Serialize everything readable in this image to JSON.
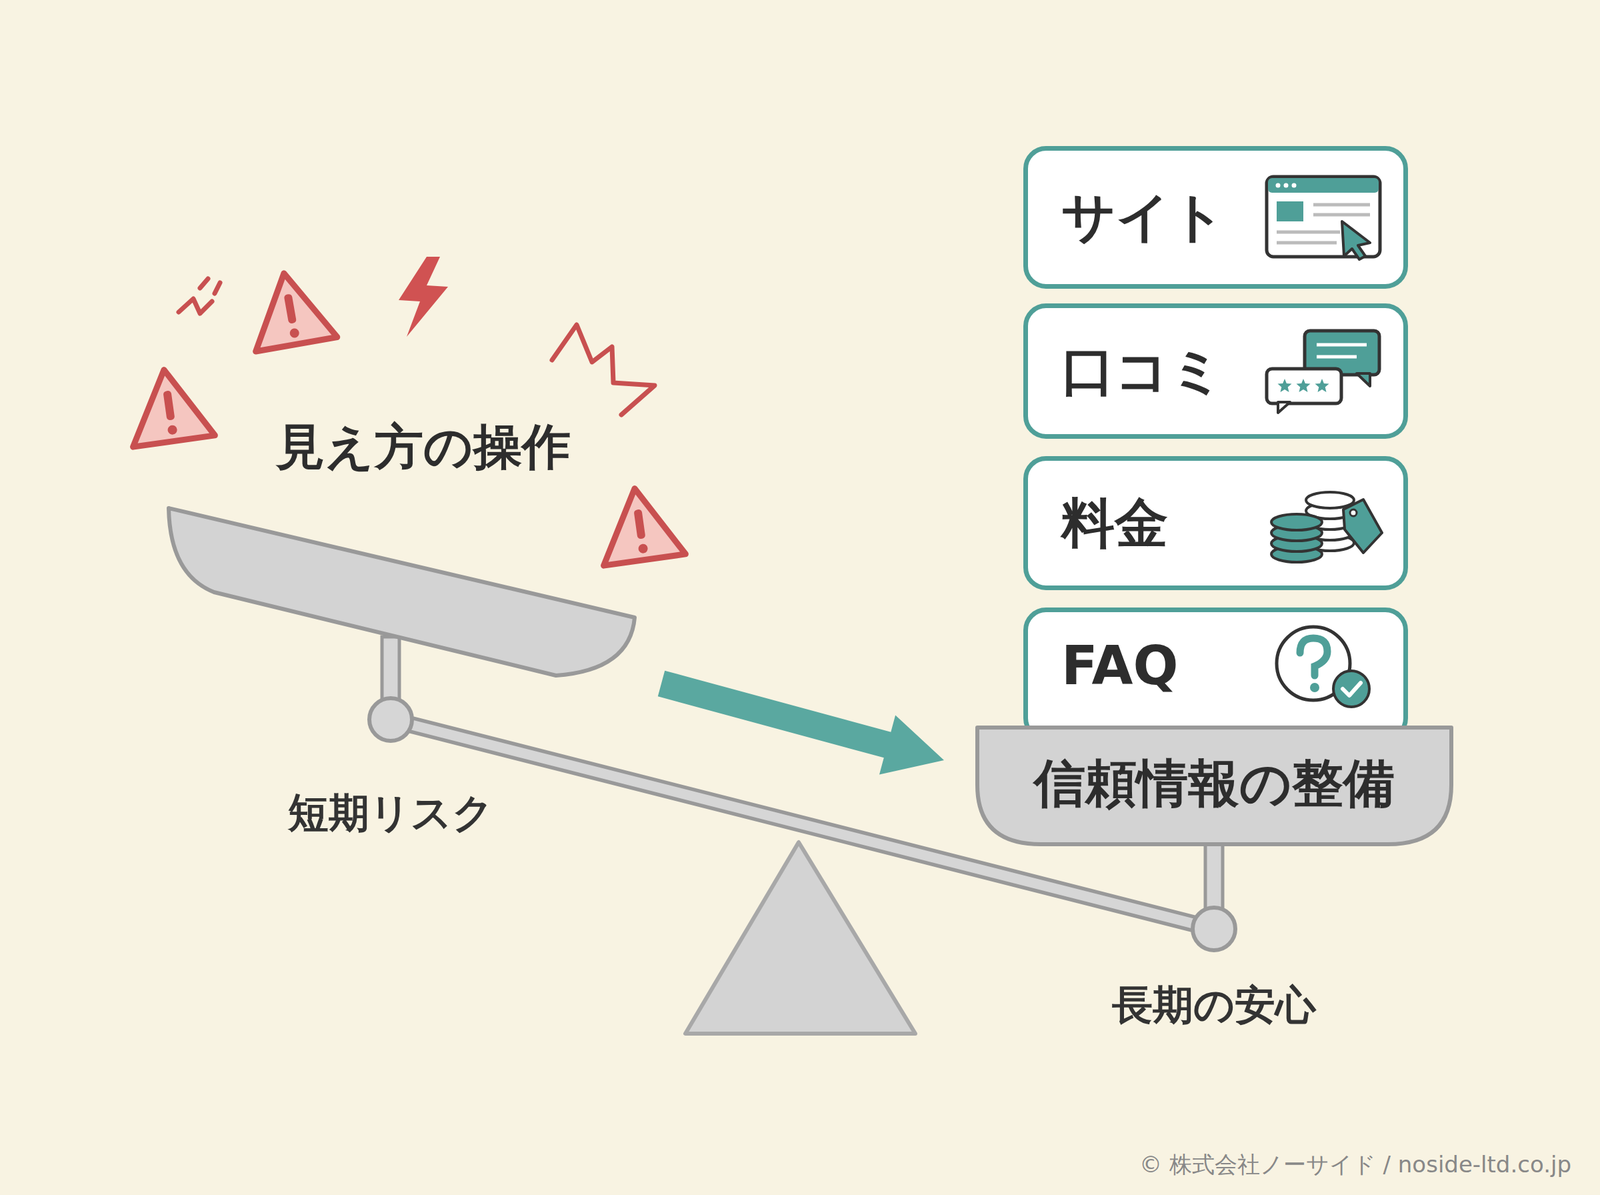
{
  "diagram": {
    "nodes": [
      {
        "text": [
          "見え方の操作"
        ]
      },
      {
        "text": [
          "信頼情報の整備"
        ]
      },
      {
        "text": [
          "サイト"
        ]
      },
      {
        "text": [
          "口コミ"
        ]
      },
      {
        "text": [
          "料金"
        ]
      },
      {
        "text": [
          "FAQ"
        ]
      }
    ],
    "edges": [
      {
        "from": 0,
        "to": 1,
        "arrow": "to"
      }
    ],
    "labels": [
      "短期リスク",
      "長期の安心",
      "© 株式会社ノーサイド / noside-ltd.co.jp"
    ]
  }
}
